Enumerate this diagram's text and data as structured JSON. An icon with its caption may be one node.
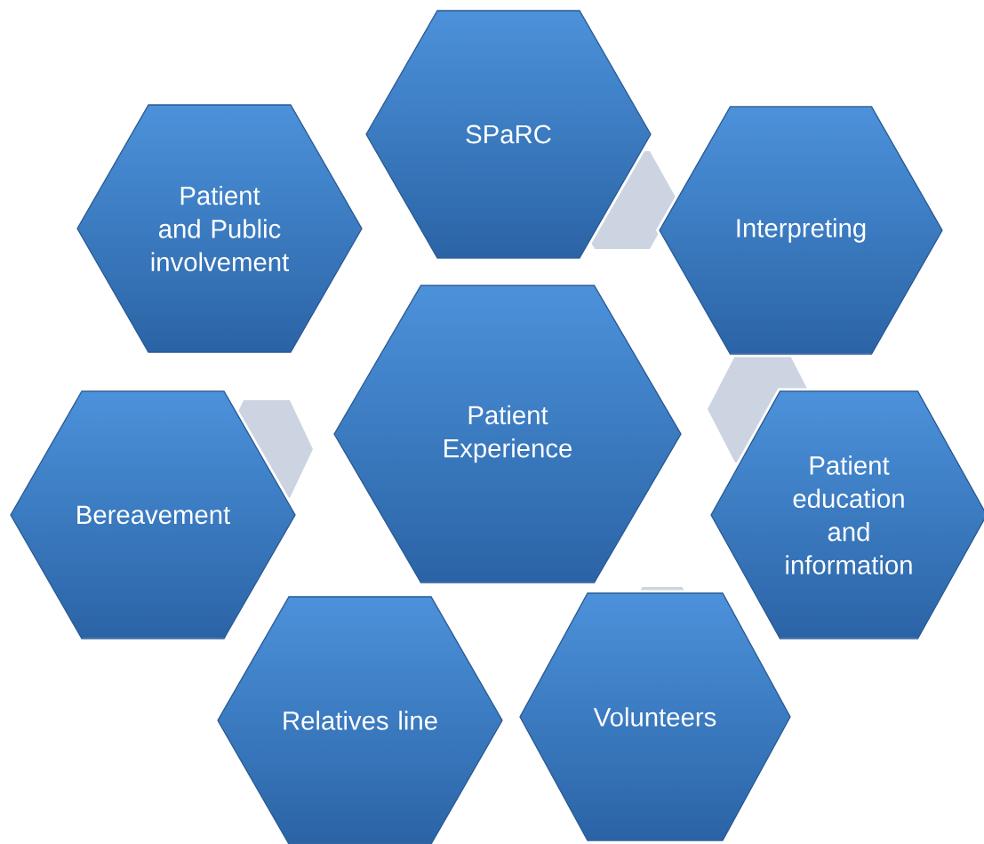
{
  "diagram": {
    "nodes": [
      {
        "text": [
          "SPaRC"
        ]
      },
      {
        "text": [
          "Patient and Public involvement"
        ]
      },
      {
        "text": [
          "Interpreting"
        ]
      },
      {
        "text": [
          "Patient Experience"
        ]
      },
      {
        "text": [
          "Bereavement"
        ]
      },
      {
        "text": [
          "Patient education and information"
        ]
      },
      {
        "text": [
          "Relatives line"
        ]
      },
      {
        "text": [
          "Volunteers"
        ]
      },
      {
        "text": [],
        "shape": "hexagon"
      },
      {
        "text": [],
        "shape": "hexagon"
      },
      {
        "text": [],
        "shape": "hexagon"
      },
      {
        "text": [],
        "shape": "hexagon"
      }
    ]
  }
}
